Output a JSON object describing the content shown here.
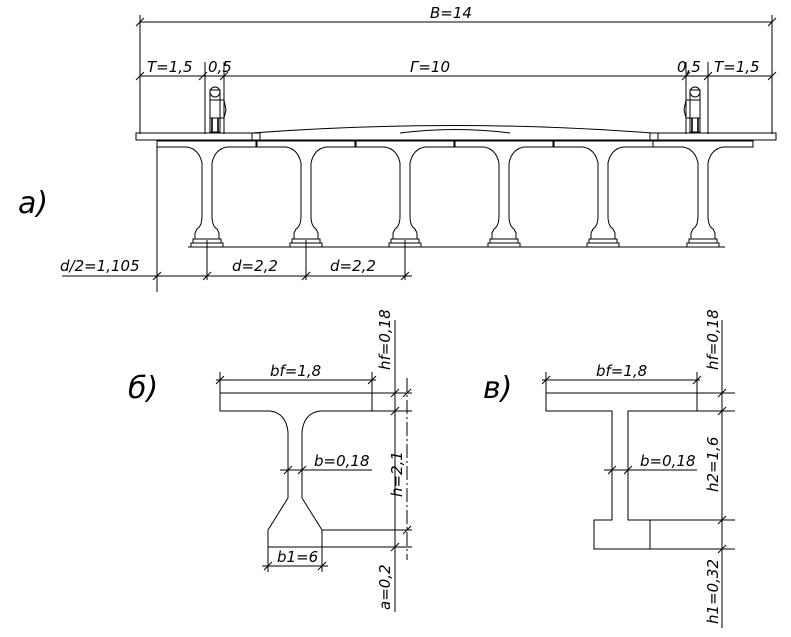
{
  "panel_a": {
    "letter": "а)",
    "B": "B=14",
    "T_left": "T=1,5",
    "gap_left": "0,5",
    "G": "Г=10",
    "gap_right": "0,5",
    "T_right": "T=1,5",
    "half_d": "d/2=1,105",
    "d1": "d=2,2",
    "d2": "d=2,2"
  },
  "panel_b": {
    "letter": "б)",
    "bf": "bf=1,8",
    "b": "b=0,18",
    "b1": "b1=6",
    "hf": "hf=0,18",
    "h": "h=2,1",
    "a": "a=0,2"
  },
  "panel_v": {
    "letter": "в)",
    "bf": "bf=1,8",
    "b": "b=0,18",
    "hf": "hf=0,18",
    "h2": "h2=1,6",
    "h1": "h1=0,32"
  }
}
